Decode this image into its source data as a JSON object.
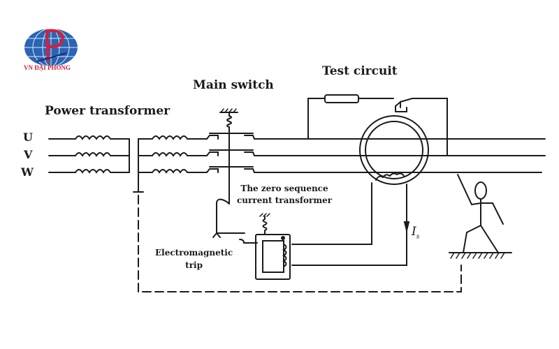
{
  "logo": {
    "company_name": "VN ĐẠI PHONG",
    "globe_color": "#2a64b4",
    "accent_color": "#d4203a"
  },
  "labels": {
    "power_transformer": "Power transformer",
    "main_switch": "Main switch",
    "test_circuit": "Test circuit",
    "phase_u": "U",
    "phase_v": "V",
    "phase_w": "W",
    "zct_line1": "The zero sequence",
    "zct_line2": "current transformer",
    "em_trip_line1": "Electromagnetic",
    "em_trip_line2": "trip",
    "current_symbol": "I",
    "current_subscript": "s"
  },
  "colors": {
    "line": "#1a1a1a",
    "background": "#ffffff"
  }
}
